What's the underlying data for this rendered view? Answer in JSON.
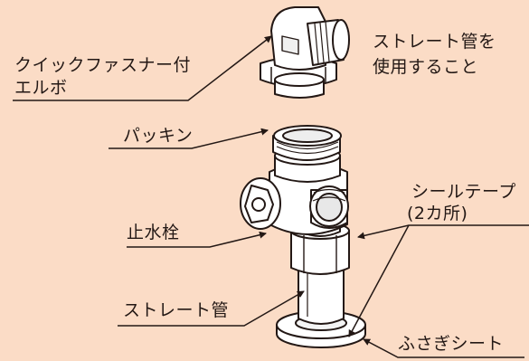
{
  "labels": {
    "elbow_line1": "クイックファスナー付",
    "elbow_line2": "エルボ",
    "straight_note_line1": "ストレート管を",
    "straight_note_line2": "使用すること",
    "packing": "パッキン",
    "seal_tape_line1": "シールテープ",
    "seal_tape_line2": "(2カ所)",
    "stop_valve": "止水栓",
    "straight_pipe": "ストレート管",
    "cover_sheet": "ふさぎシート"
  },
  "colors": {
    "background": "#fbdcc6",
    "line": "#231815",
    "part_fill": "#ffffff"
  }
}
